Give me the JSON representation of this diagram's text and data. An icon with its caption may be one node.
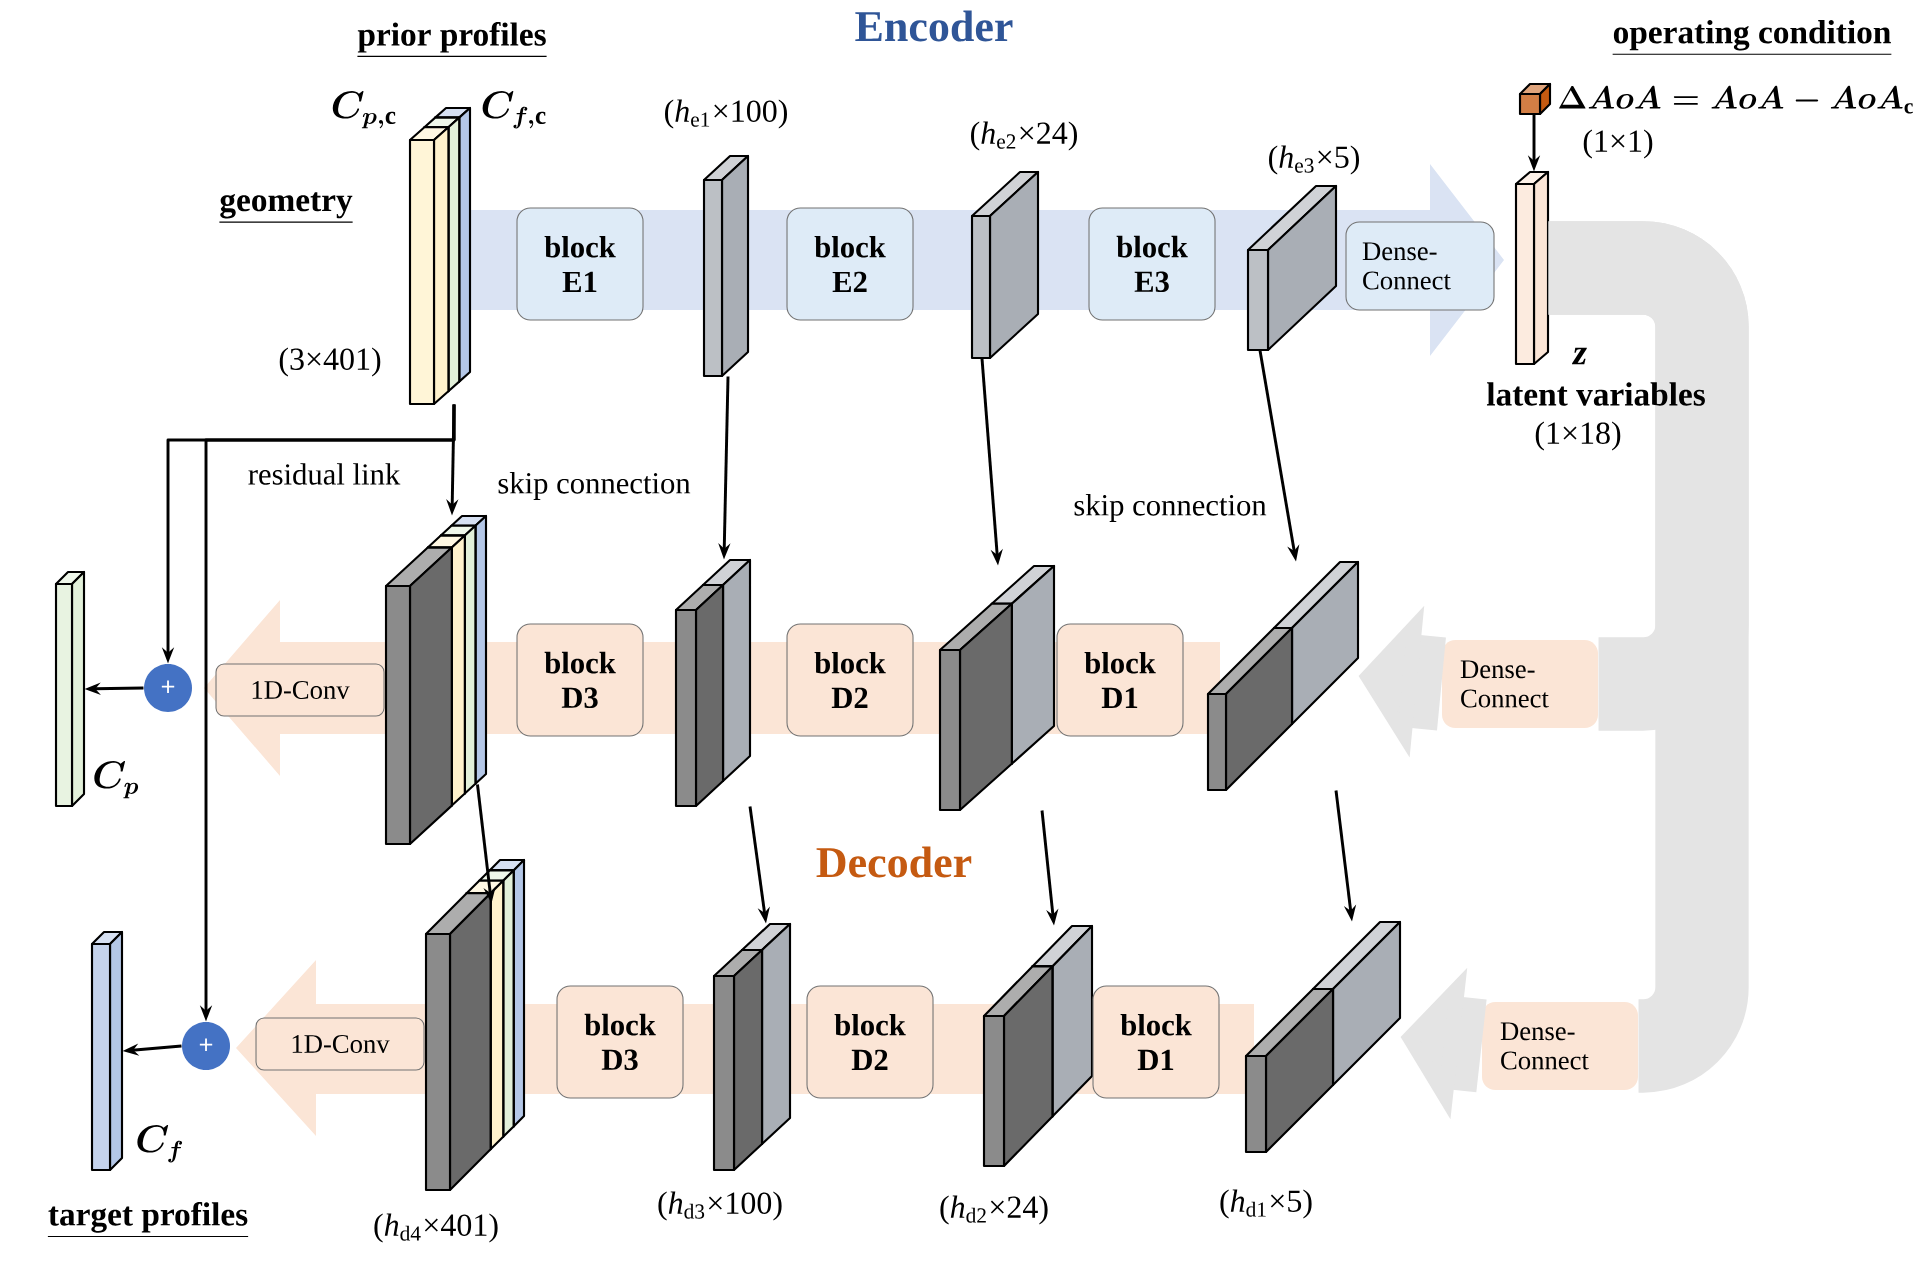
{
  "diagram": {
    "nodes": [
      {
        "text": [],
        "shape": "bar",
        "beside": [
          "prior profiles",
          "C_{p,\\mathrm{c}}",
          "C_{f,\\mathrm{c}}",
          "geometry",
          "(3×401)"
        ]
      },
      {
        "text": [
          "block E1"
        ]
      },
      {
        "text": [],
        "shape": "bar",
        "beside": [
          "(*h*$_{e1}$×100)"
        ]
      },
      {
        "text": [
          "block E2"
        ]
      },
      {
        "text": [],
        "shape": "bar",
        "beside": [
          "(*h*$_{e2}$×24)"
        ]
      },
      {
        "text": [
          "block E3"
        ]
      },
      {
        "text": [],
        "shape": "bar",
        "beside": [
          "(*h*$_{e3}$×5)"
        ]
      },
      {
        "text": [
          "Dense-Connect"
        ]
      },
      {
        "text": [],
        "shape": "bar",
        "beside": [
          "z",
          "latent variables",
          "(1×18)"
        ]
      },
      {
        "text": [],
        "shape": "box",
        "beside": [
          "operating condition",
          "\\Delta AoA= AoA- AoA_{\\mathrm{c}}",
          "(1×1)"
        ]
      },
      {
        "text": [],
        "shape": "bar",
        "beside": [
          "C_{p}"
        ]
      },
      {
        "text": [
          "+"
        ]
      },
      {
        "text": [
          "1D-Conv"
        ]
      },
      {
        "text": [],
        "shape": "bar"
      },
      {
        "text": [
          "block D3"
        ]
      },
      {
        "text": [],
        "shape": "bar"
      },
      {
        "text": [
          "block D2"
        ]
      },
      {
        "text": [],
        "shape": "bar"
      },
      {
        "text": [
          "block D1"
        ]
      },
      {
        "text": [],
        "shape": "bar"
      },
      {
        "text": [
          "Dense-Connect"
        ]
      },
      {
        "text": [],
        "shape": "bar",
        "beside": [
          "C_{f}",
          "target profiles"
        ]
      },
      {
        "text": [
          "+"
        ]
      },
      {
        "text": [
          "1D-Conv"
        ]
      },
      {
        "text": [],
        "shape": "bar",
        "beside": [
          "(*h*$_{d4}$×401)"
        ]
      },
      {
        "text": [
          "block D3"
        ]
      },
      {
        "text": [],
        "shape": "bar",
        "beside": [
          "(*h*$_{d3}$×100)"
        ]
      },
      {
        "text": [
          "block D2"
        ]
      },
      {
        "text": [],
        "shape": "bar",
        "beside": [
          "(*h*$_{d2}$×24)"
        ]
      },
      {
        "text": [
          "block D1"
        ]
      },
      {
        "text": [],
        "shape": "bar",
        "beside": [
          "(*h*$_{d1}$×5)"
        ]
      },
      {
        "text": [
          "Dense-Connect"
        ]
      }
    ],
    "edges": [
      {
        "from": 9,
        "to": 8,
        "arrow": "to"
      },
      {
        "from": 0,
        "to": 13,
        "arrow": "to"
      },
      {
        "from": 0,
        "to": 11,
        "arrow": "to"
      },
      {
        "from": 0,
        "to": 22,
        "arrow": "to"
      },
      {
        "from": 2,
        "to": 15,
        "arrow": "to"
      },
      {
        "from": 4,
        "to": 17,
        "arrow": "to"
      },
      {
        "from": 6,
        "to": 19,
        "arrow": "to"
      },
      {
        "from": 13,
        "to": 24,
        "arrow": "to"
      },
      {
        "from": 15,
        "to": 26,
        "arrow": "to"
      },
      {
        "from": 17,
        "to": 28,
        "arrow": "to"
      },
      {
        "from": 19,
        "to": 30,
        "arrow": "to"
      },
      {
        "from": 11,
        "to": 10,
        "arrow": "to"
      },
      {
        "from": 22,
        "to": 21,
        "arrow": "to"
      },
      {
        "from": 8,
        "to": 20,
        "arrow": "none",
        "style": "thick",
        "color": "#e4e4e4"
      },
      {
        "from": 20,
        "to": 19,
        "arrow": "to",
        "style": "thick",
        "color": "#e4e4e4"
      },
      {
        "from": 8,
        "to": 31,
        "arrow": "none",
        "style": "thick",
        "color": "#e4e4e4"
      },
      {
        "from": 31,
        "to": 30,
        "arrow": "to",
        "style": "thick",
        "color": "#e4e4e4"
      }
    ],
    "labels": [
      "Encoder",
      "Decoder",
      "residual link",
      "skip connection",
      "skip connection"
    ]
  }
}
